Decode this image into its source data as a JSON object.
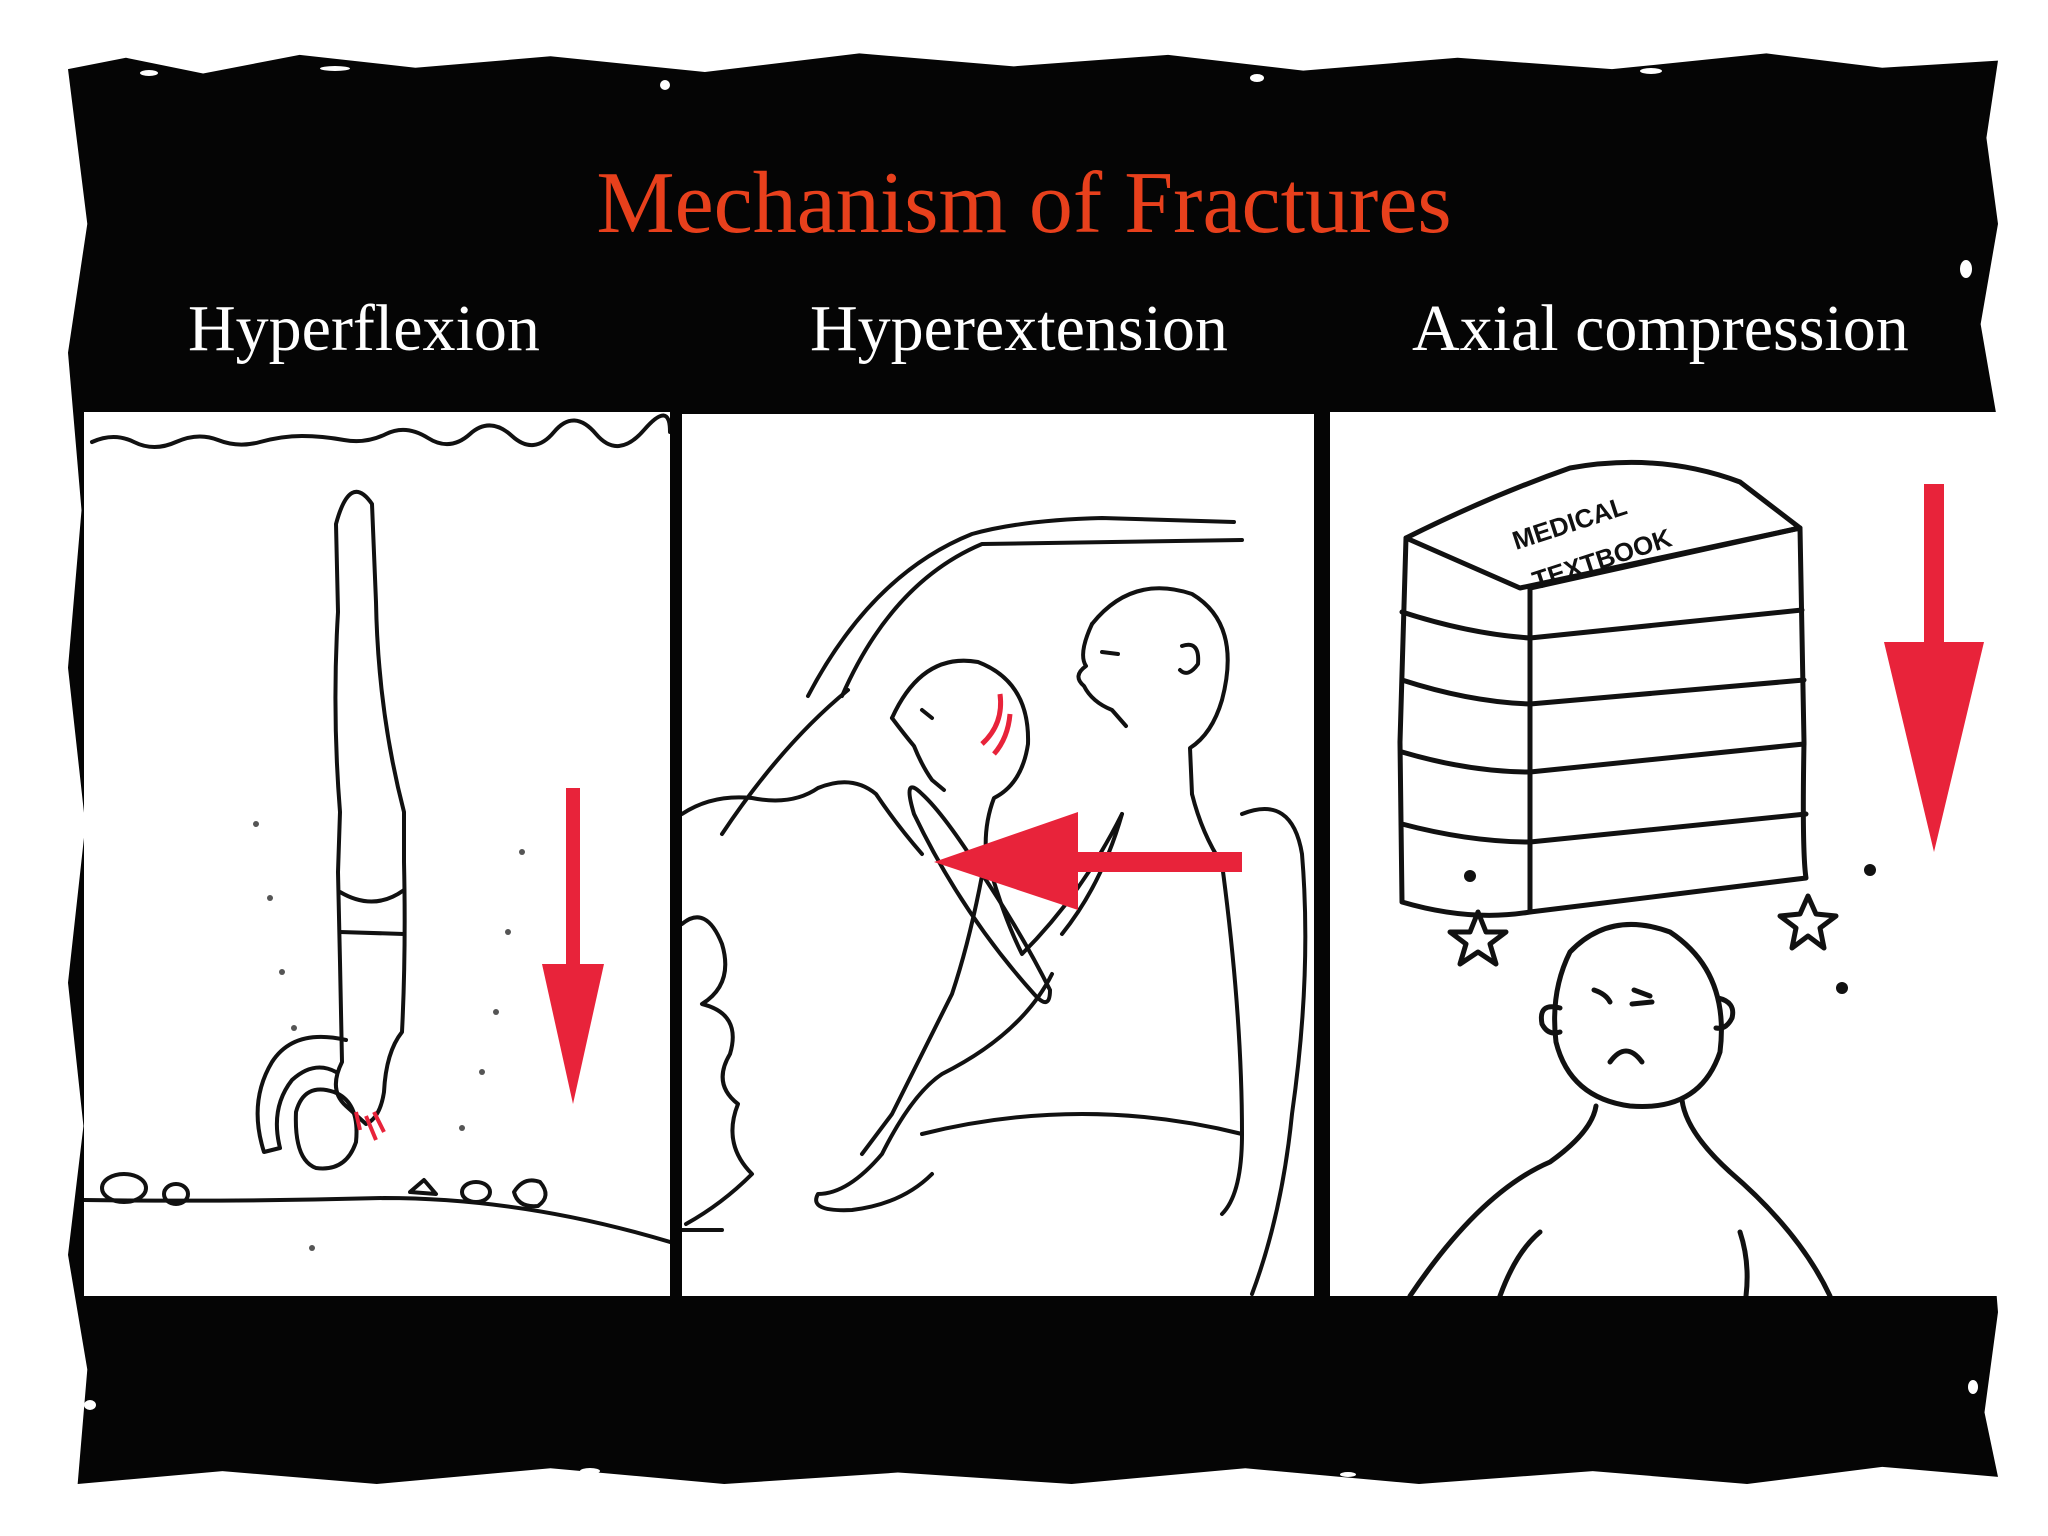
{
  "slide": {
    "title": "Mechanism of Fractures",
    "title_color": "#e8401c",
    "background_color": "#050505"
  },
  "panels": [
    {
      "label": "Hyperflexion",
      "illustration": "diver-head-first-into-shallow-water",
      "arrow_direction": "down"
    },
    {
      "label": "Hyperextension",
      "illustration": "car-occupant-head-thrown-back",
      "arrow_direction": "left"
    },
    {
      "label": "Axial compression",
      "illustration": "stack-of-books-on-head",
      "book_text": [
        "MEDICAL",
        "TEXTBOOK"
      ],
      "arrow_direction": "down"
    }
  ],
  "colors": {
    "arrow": "#e8233a",
    "line_art": "#111111",
    "label_text": "#ffffff"
  }
}
